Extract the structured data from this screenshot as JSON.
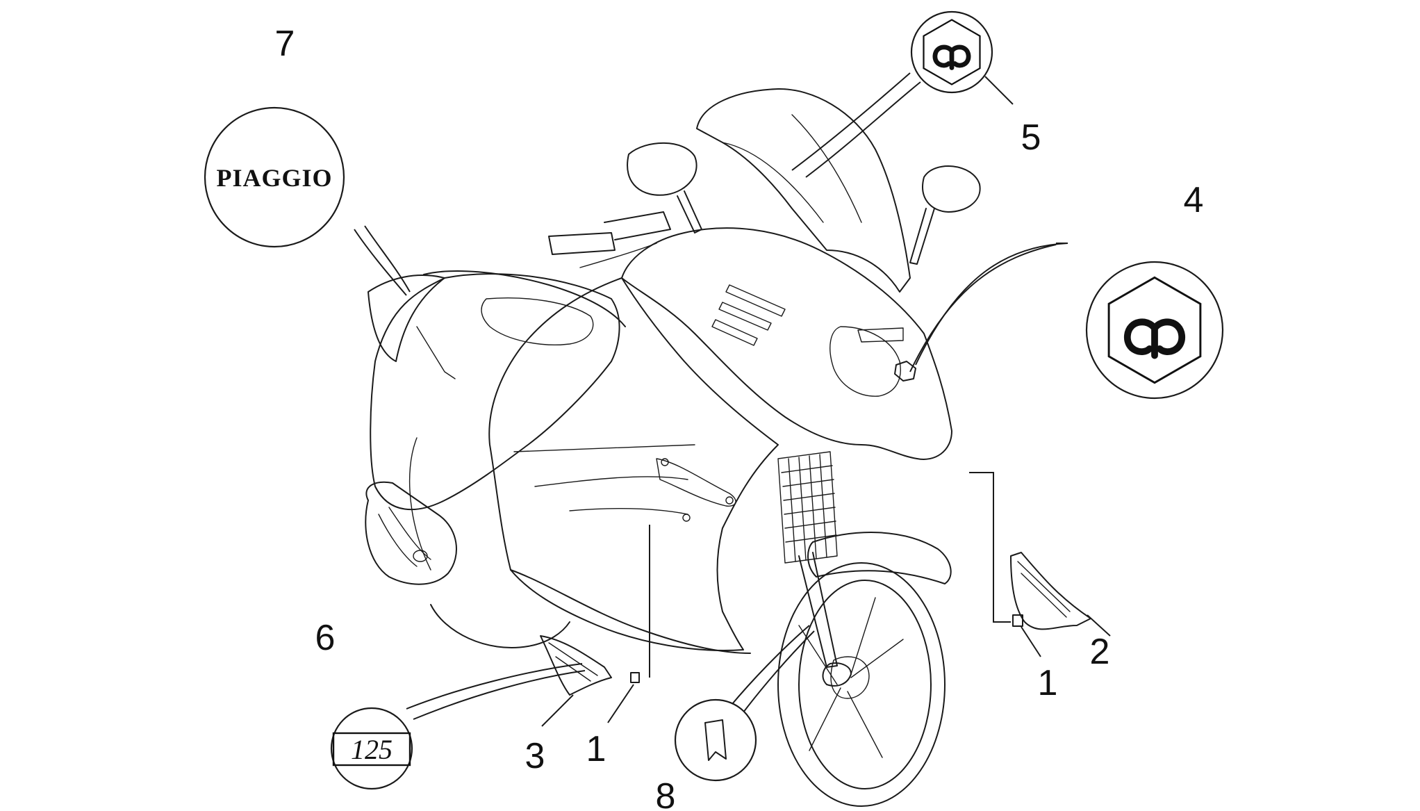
{
  "callouts": [
    {
      "id": "1a",
      "label": "1"
    },
    {
      "id": "1b",
      "label": "1"
    },
    {
      "id": "2",
      "label": "2"
    },
    {
      "id": "3",
      "label": "3"
    },
    {
      "id": "4",
      "label": "4"
    },
    {
      "id": "5",
      "label": "5"
    },
    {
      "id": "6",
      "label": "6"
    },
    {
      "id": "7",
      "label": "7"
    },
    {
      "id": "8",
      "label": "8"
    }
  ],
  "decals": {
    "brand_name": "PIAGGIO",
    "displacement_badge": "125"
  },
  "icons": {
    "piaggio_emblem": "piaggio-hexagon-emblem-icon",
    "strip": "reflector-strip-icon"
  }
}
